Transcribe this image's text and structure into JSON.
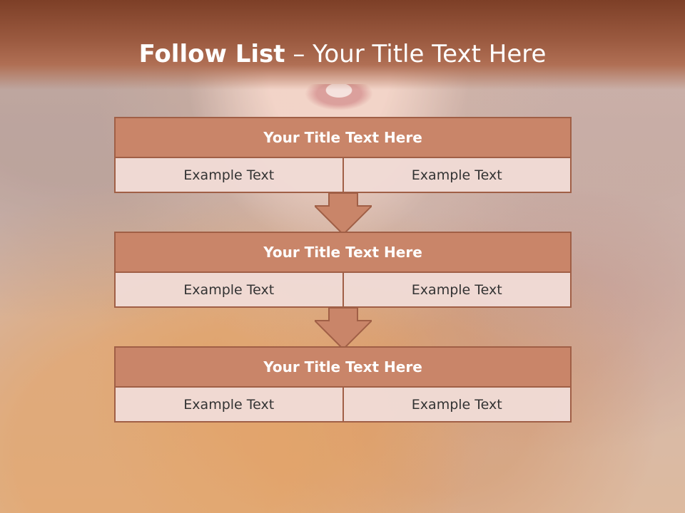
{
  "slide": {
    "title_strong": "Follow List",
    "title_rest": " – Your Title Text Here"
  },
  "blocks": [
    {
      "title": "Your Title Text Here",
      "left": "Example Text",
      "right": "Example Text"
    },
    {
      "title": "Your Title Text Here",
      "left": "Example Text",
      "right": "Example Text"
    },
    {
      "title": "Your Title Text Here",
      "left": "Example Text",
      "right": "Example Text"
    }
  ],
  "colors": {
    "header": "#9b5a40",
    "box_header": "#c98569",
    "border": "#a05f46"
  },
  "icons": {
    "arrow": "down-arrow-icon"
  }
}
